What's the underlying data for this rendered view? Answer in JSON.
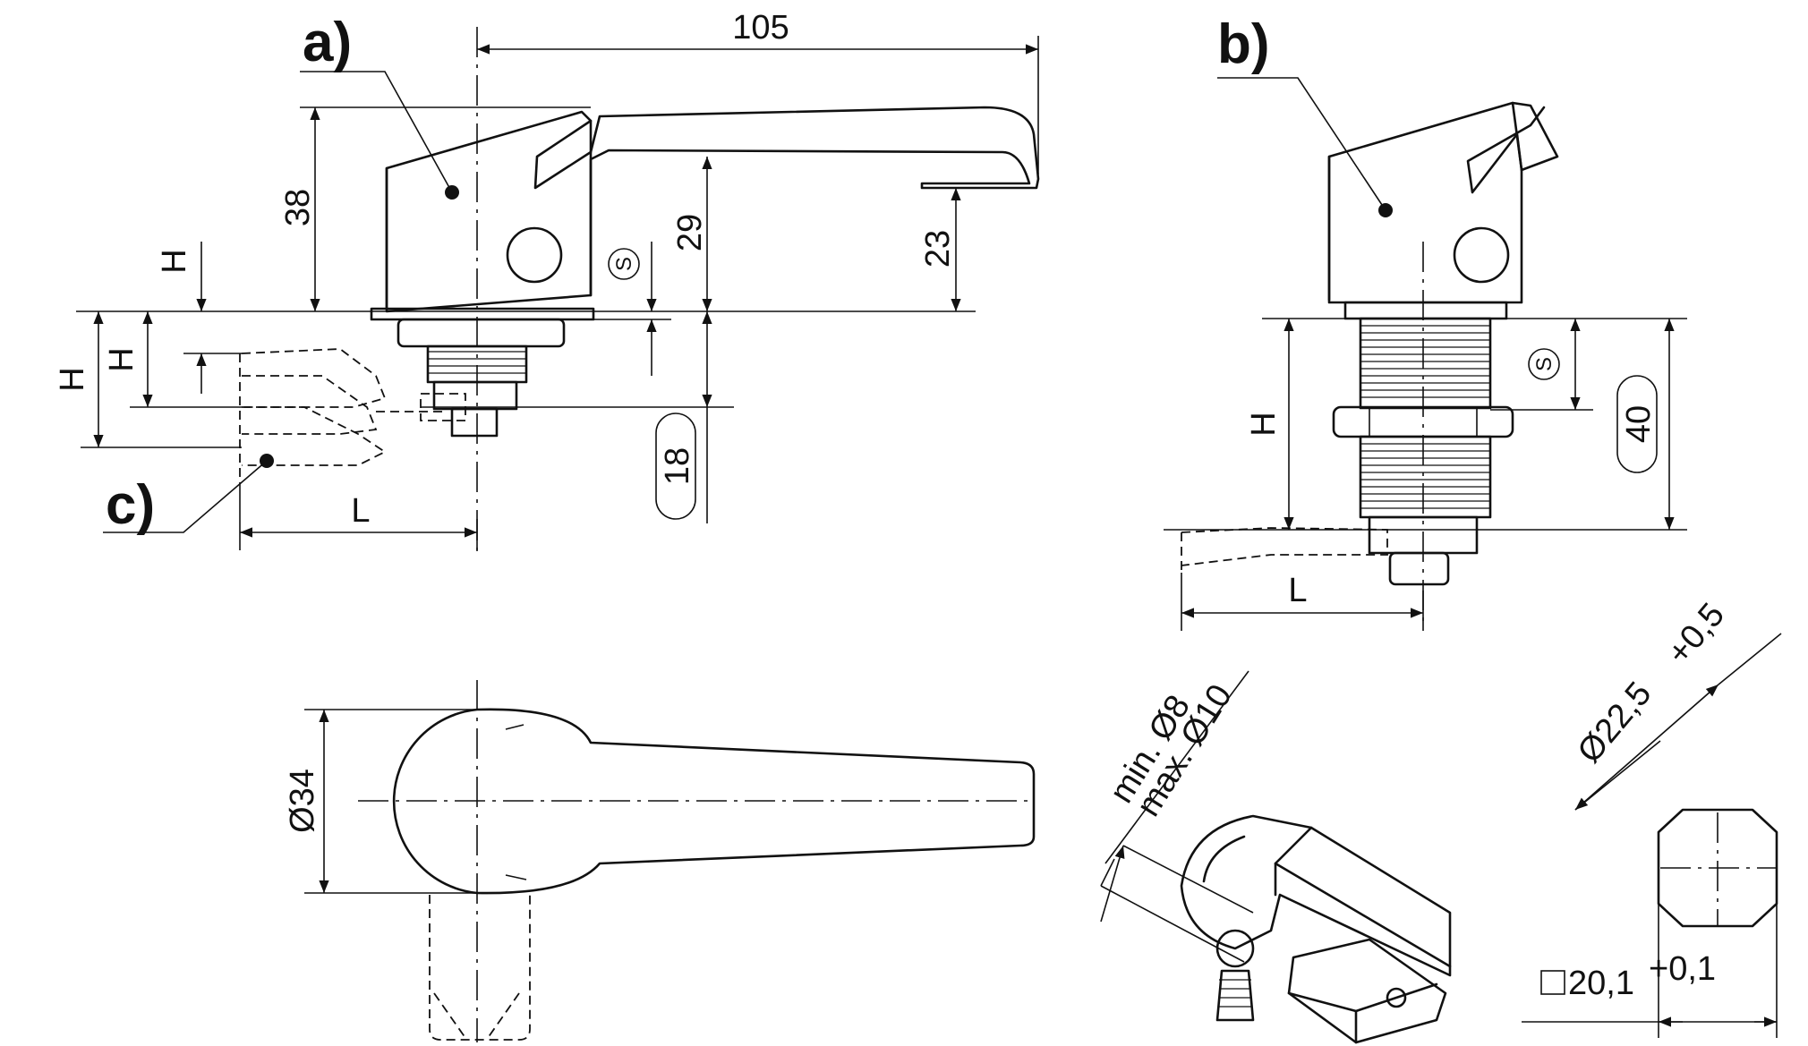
{
  "labels": {
    "a": "a)",
    "b": "b)",
    "c": "c)"
  },
  "dimensions": {
    "d105": "105",
    "d38": "38",
    "d29": "29",
    "d23": "23",
    "d18": "18",
    "d40": "40",
    "d34": "Ø34",
    "h_a_small": "H",
    "h_a_mid": "H",
    "h_a_large": "H",
    "h_b": "H",
    "l_a": "L",
    "l_b": "L",
    "s_a": "S",
    "s_b": "S",
    "min_d8": "min. Ø8",
    "max_d10": "max. Ø10",
    "d22": "Ø22,5",
    "d22_tol": "+0,5",
    "sq20": "20,1",
    "sq20_tol": "+0,1"
  },
  "colors": {
    "line": "#111111",
    "background": "#ffffff"
  }
}
